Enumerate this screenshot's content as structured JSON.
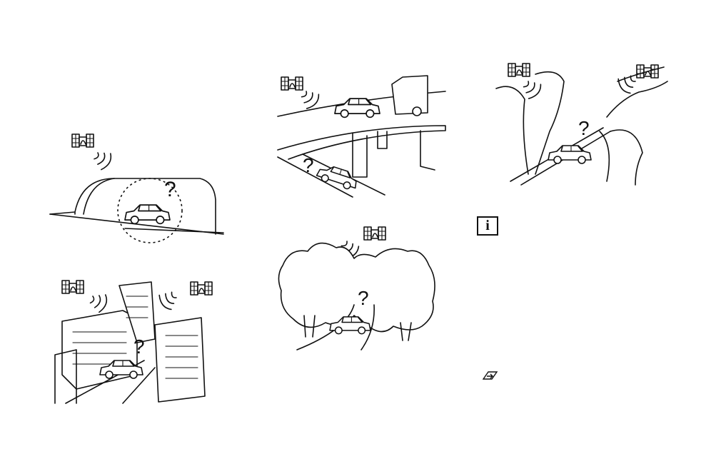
{
  "page": {
    "background": "#ffffff",
    "ink": "#111111"
  },
  "icons": {
    "info": "info-icon",
    "continued": "continued-arrow-icon",
    "satellite": "gps-satellite-icon",
    "car": "car-icon",
    "question_mark": "question-mark-icon"
  },
  "info_box": {
    "glyph": "i"
  },
  "illustrations": [
    {
      "id": "tunnel",
      "description_icon": "tunnel-scene"
    },
    {
      "id": "city",
      "description_icon": "city-buildings-scene"
    },
    {
      "id": "overpass",
      "description_icon": "overpass-scene"
    },
    {
      "id": "trees",
      "description_icon": "tree-covered-road-scene"
    },
    {
      "id": "mountains",
      "description_icon": "mountain-valley-scene"
    }
  ],
  "question_mark": "?"
}
